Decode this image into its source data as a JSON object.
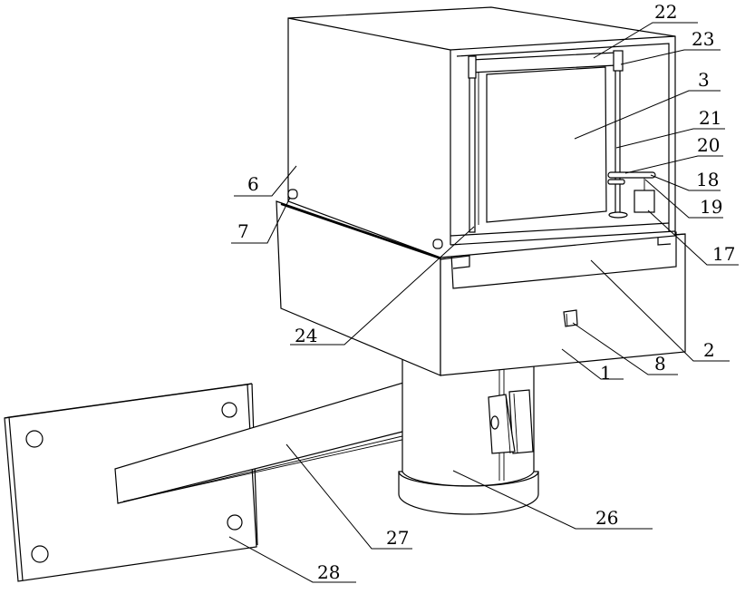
{
  "figure": {
    "labels": [
      {
        "id": "22",
        "text": "22"
      },
      {
        "id": "23",
        "text": "23"
      },
      {
        "id": "3",
        "text": "3"
      },
      {
        "id": "21",
        "text": "21"
      },
      {
        "id": "20",
        "text": "20"
      },
      {
        "id": "18",
        "text": "18"
      },
      {
        "id": "19",
        "text": "19"
      },
      {
        "id": "17",
        "text": "17"
      },
      {
        "id": "6",
        "text": "6"
      },
      {
        "id": "7",
        "text": "7"
      },
      {
        "id": "24",
        "text": "24"
      },
      {
        "id": "2",
        "text": "2"
      },
      {
        "id": "8",
        "text": "8"
      },
      {
        "id": "1",
        "text": "1"
      },
      {
        "id": "26",
        "text": "26"
      },
      {
        "id": "27",
        "text": "27"
      },
      {
        "id": "28",
        "text": "28"
      }
    ]
  }
}
